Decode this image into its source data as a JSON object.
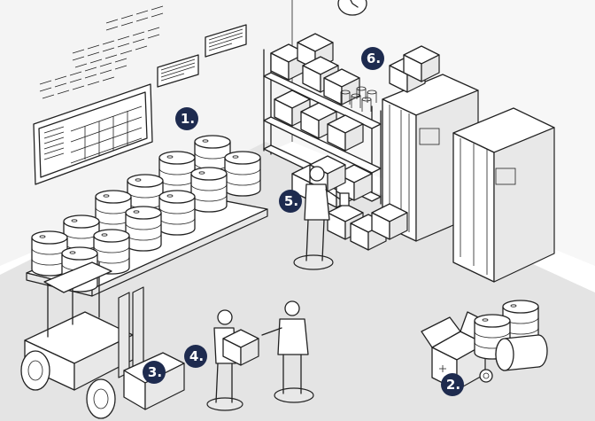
{
  "markers": [
    {
      "id": "1",
      "label": "1."
    },
    {
      "id": "2",
      "label": "2."
    },
    {
      "id": "3",
      "label": "3."
    },
    {
      "id": "4",
      "label": "4."
    },
    {
      "id": "5",
      "label": "5."
    },
    {
      "id": "6",
      "label": "6."
    }
  ],
  "colors": {
    "marker_fill": "#1e2b4f",
    "floor": "#e4e4e4",
    "wall": "#f4f4f4",
    "line": "#222222"
  }
}
